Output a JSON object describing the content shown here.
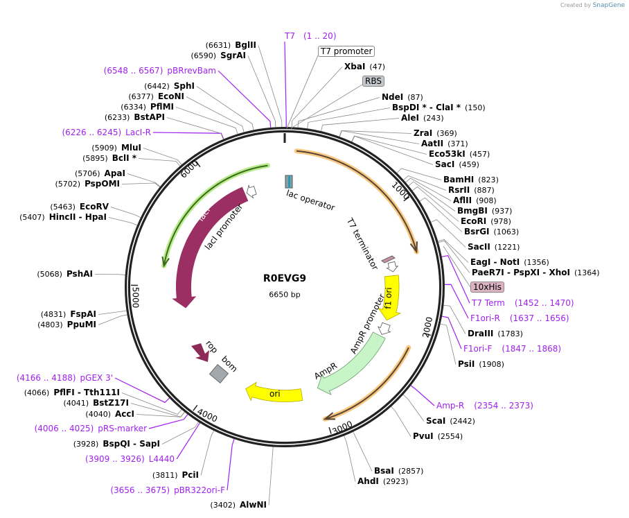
{
  "credit": {
    "prefix": "Created by",
    "brand": "SnapGene"
  },
  "map": {
    "name": "R0EVG9",
    "length": "6650 bp",
    "total_bp": 6650
  },
  "ticks": [
    "1000",
    "2000",
    "3000",
    "4000",
    "5000",
    "6000"
  ],
  "features": {
    "t7_promoter": "T7 promoter",
    "rbs": "RBS",
    "his": "10xHis",
    "lac_operator": "lac operator",
    "t7_terminator": "T7 terminator",
    "laci": "lacI",
    "laci_promoter": "lacI promoter",
    "f1_ori": "f1 ori",
    "ampr_promoter": "AmpR promoter",
    "ampr": "AmpR",
    "ori": "ori",
    "rop": "rop",
    "bom": "bom"
  },
  "sites": [
    {
      "name": "T7",
      "pos": "1 .. 20",
      "at": 10
    },
    {
      "name": "XbaI",
      "pos": "47",
      "at": 47
    },
    {
      "name": "NdeI",
      "pos": "87",
      "at": 87
    },
    {
      "name": "BspDI * - ClaI *",
      "pos": "150",
      "at": 150
    },
    {
      "name": "AleI",
      "pos": "243",
      "at": 243
    },
    {
      "name": "ZraI",
      "pos": "369",
      "at": 369
    },
    {
      "name": "AatII",
      "pos": "371",
      "at": 371
    },
    {
      "name": "Eco53kI",
      "pos": "457",
      "at": 457
    },
    {
      "name": "SacI",
      "pos": "459",
      "at": 459
    },
    {
      "name": "BamHI",
      "pos": "823",
      "at": 823
    },
    {
      "name": "RsrII",
      "pos": "887",
      "at": 887
    },
    {
      "name": "AflII",
      "pos": "908",
      "at": 908
    },
    {
      "name": "BmgBI",
      "pos": "937",
      "at": 937
    },
    {
      "name": "EcoRI",
      "pos": "978",
      "at": 978
    },
    {
      "name": "BsrGI",
      "pos": "1063",
      "at": 1063
    },
    {
      "name": "SacII",
      "pos": "1221",
      "at": 1221
    },
    {
      "name": "EagI - NotI",
      "pos": "1356",
      "at": 1356
    },
    {
      "name": "PaeR7I - PspXI - XhoI",
      "pos": "1364",
      "at": 1364
    },
    {
      "name": "T7 Term",
      "pos": "1452 .. 1470",
      "at": 1461
    },
    {
      "name": "F1ori-R",
      "pos": "1637 .. 1656",
      "at": 1646
    },
    {
      "name": "DraIII",
      "pos": "1783",
      "at": 1783
    },
    {
      "name": "F1ori-F",
      "pos": "1847 .. 1868",
      "at": 1857
    },
    {
      "name": "PsiI",
      "pos": "1908",
      "at": 1908
    },
    {
      "name": "Amp-R",
      "pos": "2354 .. 2373",
      "at": 2363
    },
    {
      "name": "ScaI",
      "pos": "2442",
      "at": 2442
    },
    {
      "name": "PvuI",
      "pos": "2554",
      "at": 2554
    },
    {
      "name": "BsaI",
      "pos": "2857",
      "at": 2857
    },
    {
      "name": "AhdI",
      "pos": "2923",
      "at": 2923
    },
    {
      "name": "AlwNI",
      "pos": "3402",
      "at": 3402
    },
    {
      "name": "pBR322ori-F",
      "pos": "3656 .. 3675",
      "at": 3665
    },
    {
      "name": "PciI",
      "pos": "3811",
      "at": 3811
    },
    {
      "name": "L4440",
      "pos": "3909 .. 3926",
      "at": 3917
    },
    {
      "name": "BspQI - SapI",
      "pos": "3928",
      "at": 3928
    },
    {
      "name": "pRS-marker",
      "pos": "4006 .. 4025",
      "at": 4015
    },
    {
      "name": "AccI",
      "pos": "4040",
      "at": 4040
    },
    {
      "name": "BstZ17I",
      "pos": "4041",
      "at": 4041
    },
    {
      "name": "PflFI - Tth111I",
      "pos": "4066",
      "at": 4066
    },
    {
      "name": "pGEX 3'",
      "pos": "4166 .. 4188",
      "at": 4177
    },
    {
      "name": "PpuMI",
      "pos": "4803",
      "at": 4803
    },
    {
      "name": "FspAI",
      "pos": "4831",
      "at": 4831
    },
    {
      "name": "PshAI",
      "pos": "5068",
      "at": 5068
    },
    {
      "name": "HincII - HpaI",
      "pos": "5407",
      "at": 5407
    },
    {
      "name": "EcoRV",
      "pos": "5463",
      "at": 5463
    },
    {
      "name": "PspOMI",
      "pos": "5702",
      "at": 5702
    },
    {
      "name": "ApaI",
      "pos": "5706",
      "at": 5706
    },
    {
      "name": "BclI *",
      "pos": "5895",
      "at": 5895
    },
    {
      "name": "MluI",
      "pos": "5909",
      "at": 5909
    },
    {
      "name": "LacI-R",
      "pos": "6226 .. 6245",
      "at": 6235
    },
    {
      "name": "BstAPI",
      "pos": "6233",
      "at": 6233
    },
    {
      "name": "PflMI",
      "pos": "6334",
      "at": 6334
    },
    {
      "name": "EcoNI",
      "pos": "6377",
      "at": 6377
    },
    {
      "name": "SphI",
      "pos": "6442",
      "at": 6442
    },
    {
      "name": "pBRrevBam",
      "pos": "6548 .. 6567",
      "at": 6557
    },
    {
      "name": "SgrAI",
      "pos": "6590",
      "at": 6590
    },
    {
      "name": "BglII",
      "pos": "6631",
      "at": 6631
    }
  ],
  "colors": {
    "primer": "#a020f0",
    "laci": "#9b2f63",
    "yellow": "#ffff00",
    "ampr": "#c8f5c8",
    "orange": "#f8c880",
    "green_arc": "#9be06a"
  }
}
